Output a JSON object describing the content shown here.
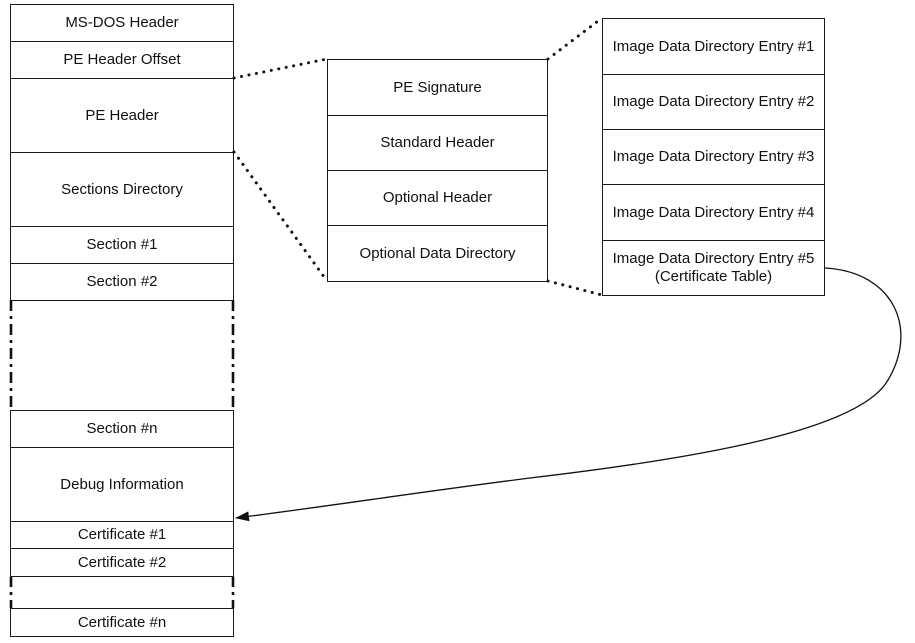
{
  "left_column": {
    "ms_dos_header": "MS-DOS Header",
    "pe_header_offset": "PE Header Offset",
    "pe_header": "PE Header",
    "sections_directory": "Sections Directory",
    "section_1": "Section #1",
    "section_2": "Section #2",
    "section_n": "Section #n",
    "debug_information": "Debug Information",
    "certificate_1": "Certificate #1",
    "certificate_2": "Certificate #2",
    "certificate_n": "Certificate #n"
  },
  "pe_header_detail": {
    "pe_signature": "PE Signature",
    "standard_header": "Standard Header",
    "optional_header": "Optional Header",
    "optional_data_directory": "Optional Data Directory"
  },
  "data_directory_entries": [
    "Image Data Directory Entry #1",
    "Image Data Directory Entry #2",
    "Image Data Directory Entry #3",
    "Image Data Directory Entry #4",
    "Image Data Directory Entry #5 (Certificate Table)"
  ]
}
